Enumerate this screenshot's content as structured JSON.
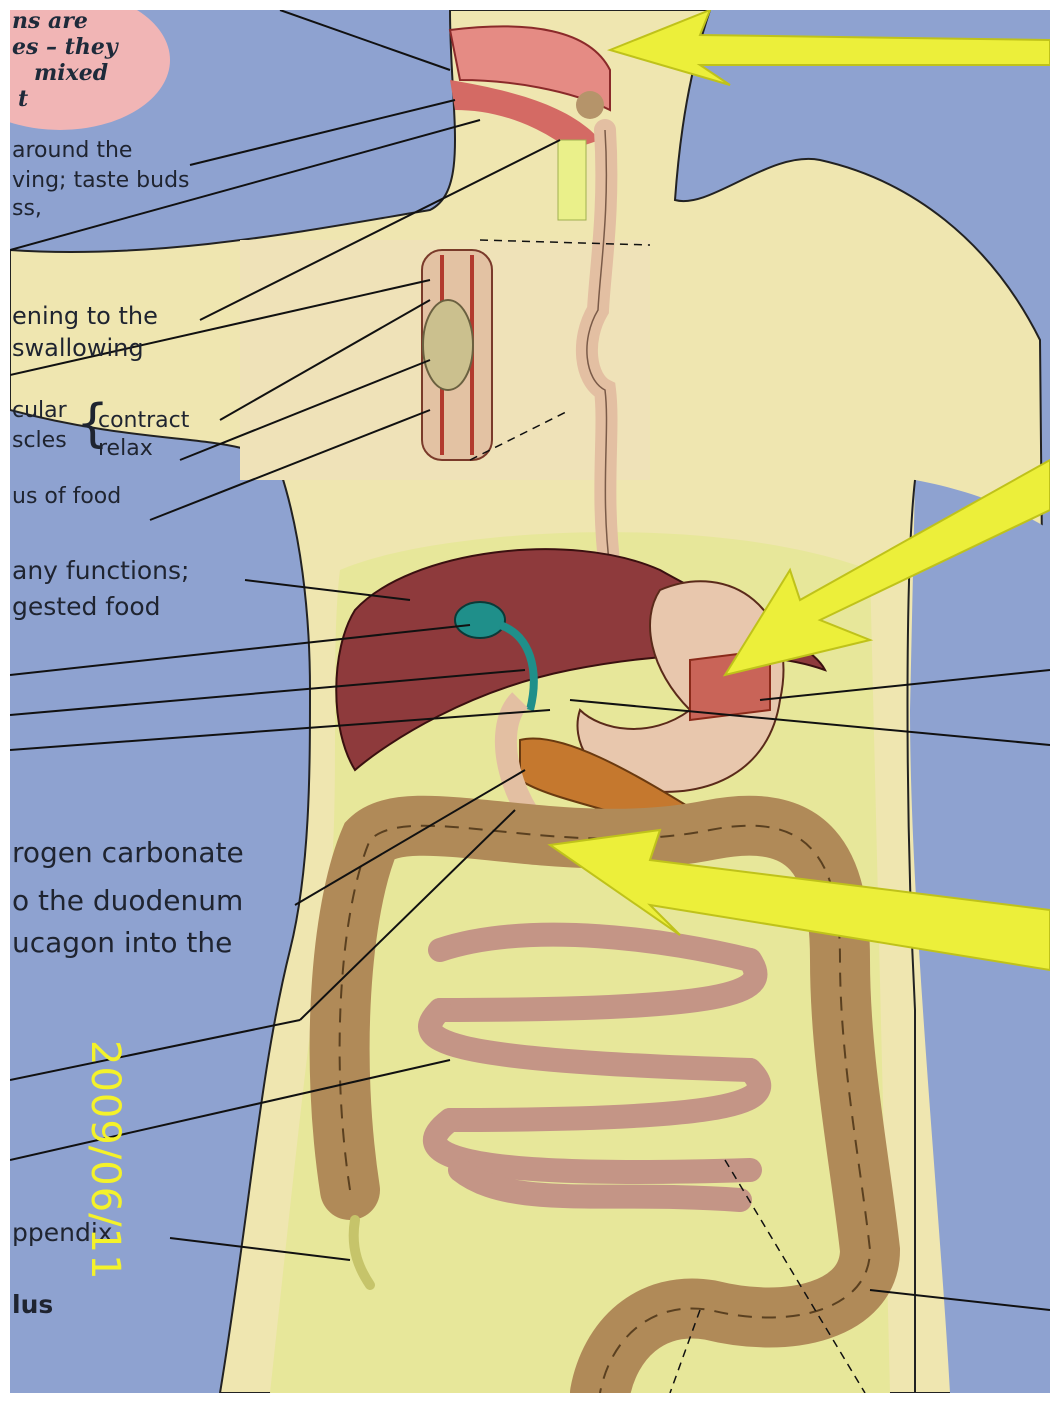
{
  "poster": {
    "top_note": [
      "ns are",
      "es – they",
      "mixed",
      "t"
    ],
    "labels": {
      "around_the": "around the",
      "ving_taste_buds": "ving; taste buds",
      "ss": "ss,",
      "ening_to_the": "ening to the",
      "swallowing": "swallowing",
      "cular": "cular",
      "scles": "scles",
      "contract": "contract",
      "relax": "relax",
      "us_of_food": "us of food",
      "many_functions": "any functions;",
      "gested_food": "gested food",
      "rogen_carbonate": "rogen carbonate",
      "o_the_duodenum": "o the duodenum",
      "ucagon_into_the": "ucagon into the",
      "appendix": "ppendix",
      "lus": "lus"
    }
  },
  "date_stamp": "2009/06/11",
  "colors": {
    "background": "#8ea2d0",
    "torso": "#efe6b0",
    "abdomen": "#e7e79a",
    "arrow": "#ecef3a",
    "liver": "#8e3a3c",
    "intestine": "#b08a58",
    "small_intestine": "#c49586",
    "gallbladder": "#1f8f8a",
    "stamp": "#f4f22a"
  }
}
